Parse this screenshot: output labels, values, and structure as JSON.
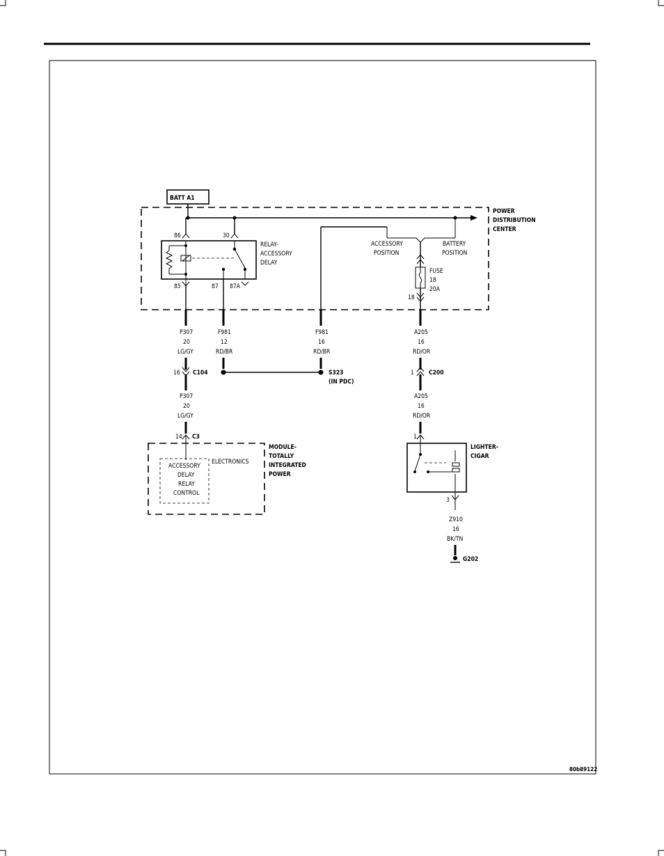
{
  "batt_label": "BATT A1",
  "pdc": {
    "line1": "POWER",
    "line2": "DISTRIBUTION",
    "line3": "CENTER"
  },
  "relay": {
    "name1": "RELAY-",
    "name2": "ACCESSORY",
    "name3": "DELAY",
    "pin86": "86",
    "pin30": "30",
    "pin85": "85",
    "pin87": "87",
    "pin87a": "87A"
  },
  "switch": {
    "accessory1": "ACCESSORY",
    "accessory2": "POSITION",
    "battery1": "BATTERY",
    "battery2": "POSITION"
  },
  "fuse": {
    "label": "FUSE",
    "number": "18",
    "rating": "20A",
    "pin": "18"
  },
  "wires": {
    "p307_top": {
      "circuit": "P307",
      "gauge": "20",
      "color": "LG/GY"
    },
    "f981_12": {
      "circuit": "F981",
      "gauge": "12",
      "color": "RD/BR"
    },
    "f981_16": {
      "circuit": "F981",
      "gauge": "16",
      "color": "RD/BR"
    },
    "a205_top": {
      "circuit": "A205",
      "gauge": "16",
      "color": "RD/OR"
    },
    "p307_bot": {
      "circuit": "P307",
      "gauge": "20",
      "color": "LG/GY"
    },
    "a205_bot": {
      "circuit": "A205",
      "gauge": "16",
      "color": "RD/OR"
    },
    "z910": {
      "circuit": "Z910",
      "gauge": "16",
      "color": "BK/TN"
    }
  },
  "connectors": {
    "c104": {
      "name": "C104",
      "pin": "16"
    },
    "c200": {
      "name": "C200",
      "pin": "1"
    },
    "c3": {
      "name": "C3",
      "pin": "14"
    }
  },
  "splice": {
    "name": "S323",
    "note": "(IN PDC)"
  },
  "module": {
    "name1": "MODULE-",
    "name2": "TOTALLY",
    "name3": "INTEGRATED",
    "name4": "POWER",
    "electronics": "ELECTRONICS",
    "ctrl1": "ACCESSORY",
    "ctrl2": "DELAY",
    "ctrl3": "RELAY",
    "ctrl4": "CONTROL"
  },
  "lighter": {
    "name1": "LIGHTER-",
    "name2": "CIGAR",
    "pin_in": "1",
    "pin_out": "3"
  },
  "ground": {
    "name": "G202"
  },
  "figure_id": "80b89122"
}
